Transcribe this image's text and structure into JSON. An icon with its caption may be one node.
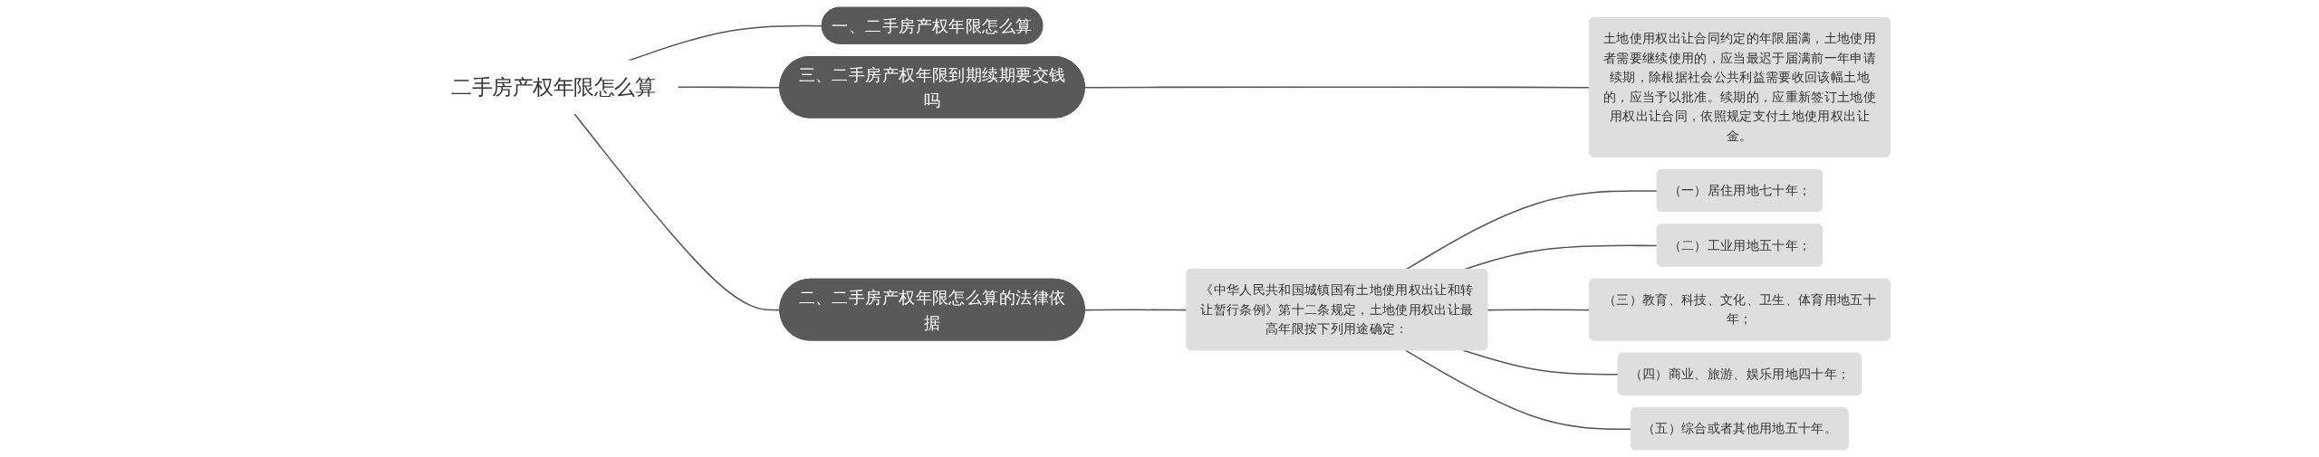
{
  "diagram": {
    "nodes": [
      {
        "text": [
          "二手房产权年限怎么算"
        ]
      },
      {
        "text": [
          "一、二手房产权年限怎么算"
        ]
      },
      {
        "text": [
          "三、二手房产权年限到期续期要交钱吗"
        ]
      },
      {
        "text": [
          "土地使用权出让合同约定的年限届满，土地使用者需要继续使用的，应当最迟于届满前一年申请续期，除根据社会公共利益需要收回该幅土地的，应当予以批准。续期的，应重新签订土地使用权出让合同，依照规定支付土地使用权出让金。"
        ]
      },
      {
        "text": [
          "二、二手房产权年限怎么算的法律依据"
        ]
      },
      {
        "text": [
          "《中华人民共和国城镇国有土地使用权出让和转让暂行条例》第十二条规定，土地使用权出让最高年限按下列用途确定："
        ]
      },
      {
        "text": [
          "（一）居住用地七十年；"
        ]
      },
      {
        "text": [
          "（二）工业用地五十年；"
        ]
      },
      {
        "text": [
          "（三）教育、科技、文化、卫生、体育用地五十年；"
        ]
      },
      {
        "text": [
          "（四）商业、旅游、娱乐用地四十年；"
        ]
      },
      {
        "text": [
          "（五）综合或者其他用地五十年。"
        ]
      }
    ],
    "edges": [
      {
        "from": 0,
        "to": 1,
        "arrow": "none"
      },
      {
        "from": 0,
        "to": 2,
        "arrow": "none"
      },
      {
        "from": 2,
        "to": 3,
        "arrow": "none"
      },
      {
        "from": 0,
        "to": 4,
        "arrow": "none"
      },
      {
        "from": 4,
        "to": 5,
        "arrow": "none"
      },
      {
        "from": 5,
        "to": 6,
        "arrow": "none"
      },
      {
        "from": 5,
        "to": 7,
        "arrow": "none"
      },
      {
        "from": 5,
        "to": 8,
        "arrow": "none"
      },
      {
        "from": 5,
        "to": 9,
        "arrow": "none"
      },
      {
        "from": 5,
        "to": 10,
        "arrow": "none"
      }
    ]
  }
}
